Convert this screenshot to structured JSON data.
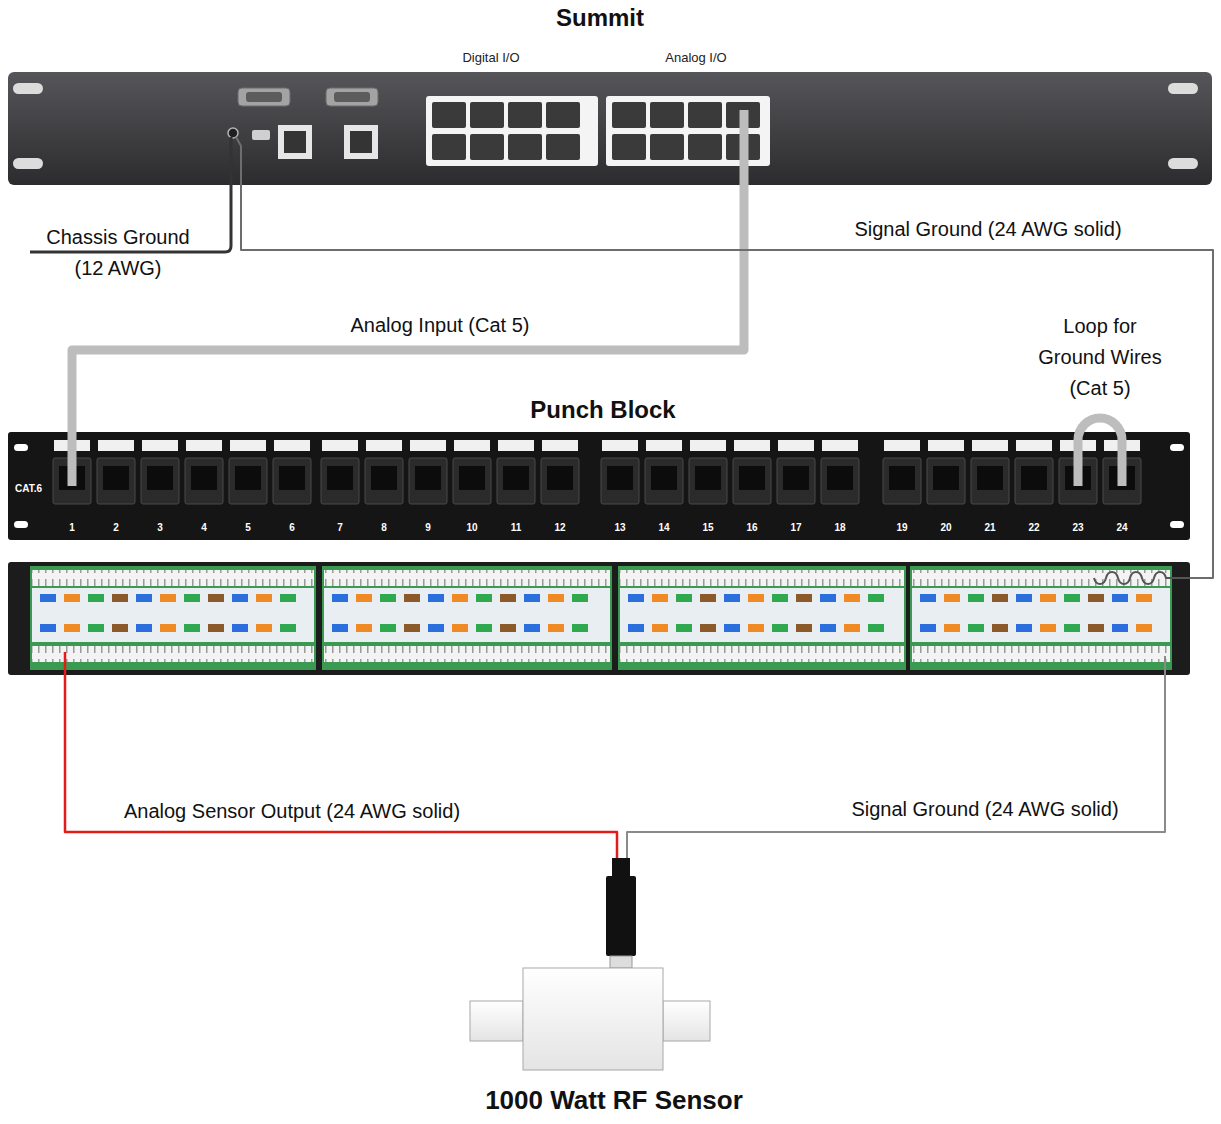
{
  "diagram": {
    "nodes": [
      {
        "text": [
          "Summit",
          "Digital I/O",
          "Analog I/O"
        ]
      },
      {
        "text": [
          "Punch Block",
          "CAT.6",
          "1",
          "2",
          "3",
          "4",
          "5",
          "6",
          "7",
          "8",
          "9",
          "10",
          "11",
          "12",
          "13",
          "14",
          "15",
          "16",
          "17",
          "18",
          "19",
          "20",
          "21",
          "22",
          "23",
          "24"
        ]
      },
      {
        "text": [
          "1000 Watt RF Sensor"
        ]
      }
    ],
    "edges": [
      {
        "from": 0,
        "to": 1,
        "arrow": "none",
        "label": "Analog Input (Cat 5)"
      },
      {
        "from": 0,
        "to": 1,
        "arrow": "none",
        "label": "Signal Ground (24 AWG solid)"
      },
      {
        "from": 2,
        "to": 1,
        "arrow": "none",
        "label": "Analog Sensor Output (24 AWG solid)"
      },
      {
        "from": 2,
        "to": 1,
        "arrow": "none",
        "label": "Signal Ground (24 AWG solid)"
      }
    ],
    "labels": [
      "Chassis Ground (12 AWG)",
      "Loop for Ground Wires (Cat 5)"
    ]
  }
}
